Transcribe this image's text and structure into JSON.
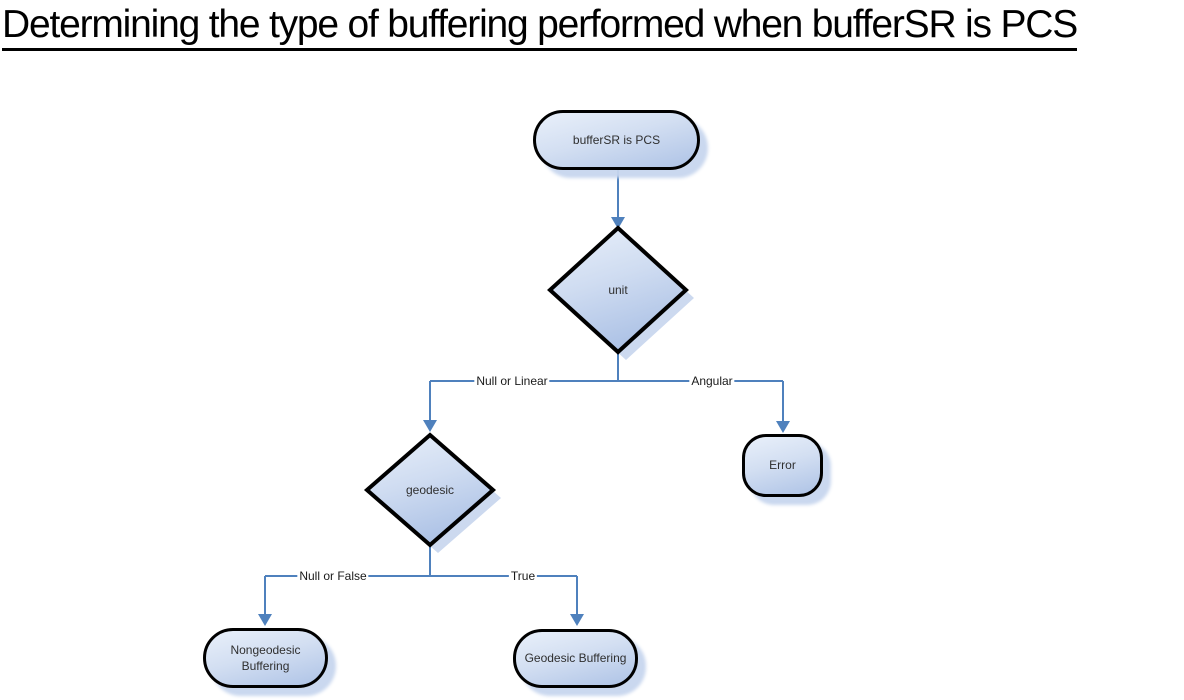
{
  "title": "Determining the type of buffering performed when bufferSR is PCS",
  "flowchart": {
    "nodes": {
      "start": {
        "label": "bufferSR is PCS",
        "type": "terminator"
      },
      "unit": {
        "label": "unit",
        "type": "decision"
      },
      "geodesic": {
        "label": "geodesic",
        "type": "decision"
      },
      "error": {
        "label": "Error",
        "type": "terminator"
      },
      "nongeodesic_buffering": {
        "label": "Nongeodesic Buffering",
        "type": "terminator"
      },
      "geodesic_buffering": {
        "label": "Geodesic Buffering",
        "type": "terminator"
      }
    },
    "edges": [
      {
        "from": "start",
        "to": "unit",
        "label": ""
      },
      {
        "from": "unit",
        "to": "geodesic",
        "label": "Null or Linear"
      },
      {
        "from": "unit",
        "to": "error",
        "label": "Angular"
      },
      {
        "from": "geodesic",
        "to": "nongeodesic_buffering",
        "label": "Null or False"
      },
      {
        "from": "geodesic",
        "to": "geodesic_buffering",
        "label": "True"
      }
    ],
    "colors": {
      "connector": "#4f81bd",
      "node_border": "#000000",
      "node_fill_light": "#e9f0fa",
      "node_fill_dark": "#aec3e6",
      "shadow": "#c7d6ee",
      "title": "#000000"
    }
  }
}
